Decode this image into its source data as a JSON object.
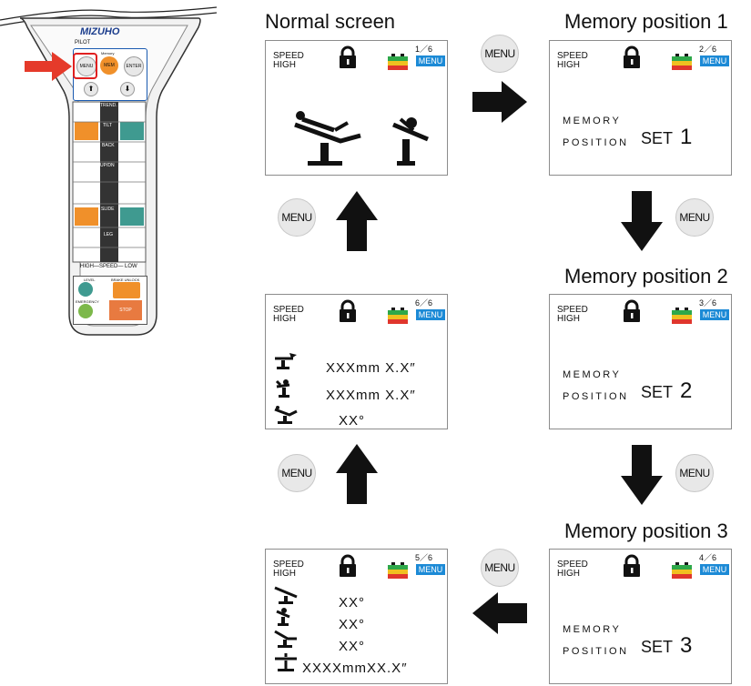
{
  "titles": {
    "normal": "Normal screen",
    "mem1": "Memory position 1",
    "mem2": "Memory position 2",
    "mem3": "Memory position 3"
  },
  "menu_button_label": "MENU",
  "screen_common": {
    "speed_line1": "SPEED",
    "speed_line2": "HIGH",
    "menu_badge": "MENU",
    "memory_word": "MEMORY",
    "position_word": "POSITION",
    "set_word": "SET"
  },
  "screens": {
    "normal": {
      "page": "1／6"
    },
    "mem1": {
      "page": "2／6",
      "set_number": "1"
    },
    "mem2": {
      "page": "3／6",
      "set_number": "2"
    },
    "mem3": {
      "page": "4／6",
      "set_number": "3"
    },
    "p5": {
      "page": "5／6",
      "values": [
        "XX°",
        "XX°",
        "XX°",
        "XXXXmmXX.X″"
      ]
    },
    "p6": {
      "page": "6／6",
      "values": [
        "XXXmm X.X″",
        "XXXmm X.X″",
        "XX°"
      ]
    }
  },
  "remote": {
    "brand": "MIZUHO",
    "pilot": "PILOT",
    "menu": "MENU",
    "memory_small": "Memory",
    "mem": "MEM",
    "enter": "ENTER",
    "trend": "TREND.",
    "tilt": "TILT",
    "back": "BACK",
    "updn": "UP/DN",
    "slide": "SLIDE",
    "leg": "LEG",
    "speed_row": "HIGH—SPEED— LOW",
    "level": "LEVEL",
    "brake_unlock": "BRAKE UNLOCK",
    "emergency": "EMERGENCY",
    "stop": "STOP",
    "colors": {
      "orange": "#f0902a",
      "teal": "#3f9a90",
      "red_arrow": "#e53a2a",
      "dark": "#333333"
    }
  },
  "battery_colors": [
    "#e0362c",
    "#f0c020",
    "#2ea84a"
  ]
}
